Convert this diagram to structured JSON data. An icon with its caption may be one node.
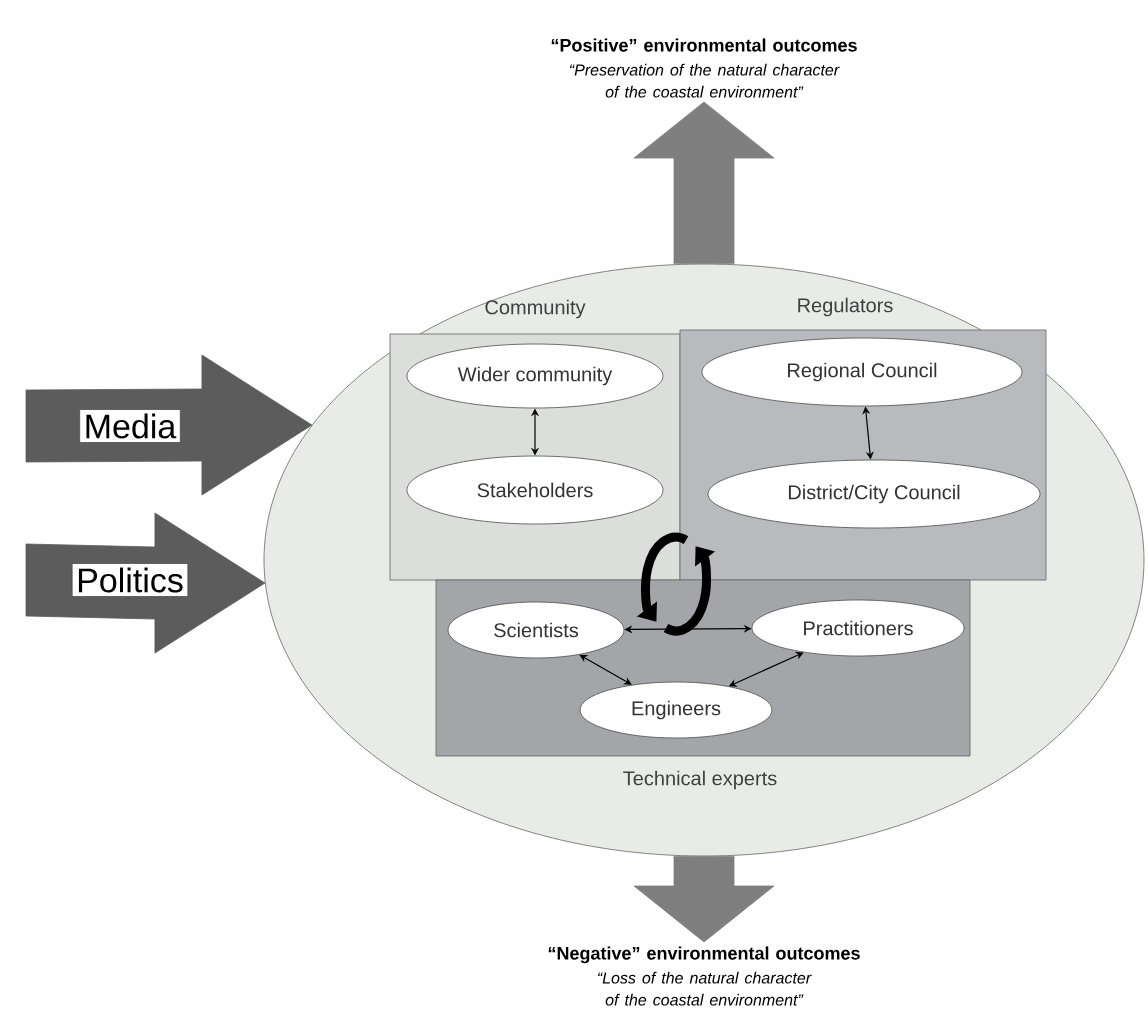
{
  "diagram": {
    "nodes": [
      {
        "text": [
          "“Positive” environmental outcomes",
          "“Preservation of the natural character of the coastal environment”"
        ]
      },
      {
        "text": [],
        "shape": "ellipse"
      },
      {
        "text": [
          "Community"
        ],
        "in": 1
      },
      {
        "text": [
          "Wider community"
        ],
        "in": 2
      },
      {
        "text": [
          "Stakeholders"
        ],
        "in": 2
      },
      {
        "text": [
          "Regulators"
        ],
        "in": 1
      },
      {
        "text": [
          "Regional Council"
        ],
        "in": 5
      },
      {
        "text": [
          "District/City Council"
        ],
        "in": 5
      },
      {
        "text": [
          "Technical experts"
        ],
        "in": 1
      },
      {
        "text": [
          "Scientists"
        ],
        "in": 8
      },
      {
        "text": [
          "Practitioners"
        ],
        "in": 8
      },
      {
        "text": [
          "Engineers"
        ],
        "in": 8
      },
      {
        "text": [
          "“Negative” environmental outcomes",
          "“Loss of the natural character of the coastal environment”"
        ]
      }
    ],
    "edges": [
      {
        "from": null,
        "to": 1,
        "arrow": "to",
        "label": "Media",
        "style": "thick",
        "color": "#5c5c5c"
      },
      {
        "from": null,
        "to": 1,
        "arrow": "to",
        "label": "Politics",
        "style": "thick",
        "color": "#5c5c5c"
      },
      {
        "from": 1,
        "to": 0,
        "arrow": "to",
        "style": "thick",
        "color": "#7f7f7f"
      },
      {
        "from": 1,
        "to": 12,
        "arrow": "to",
        "style": "thick",
        "color": "#7f7f7f"
      },
      {
        "from": 3,
        "to": 4,
        "arrow": "both"
      },
      {
        "from": 6,
        "to": 7,
        "arrow": "both"
      },
      {
        "from": 9,
        "to": 10,
        "arrow": "both"
      },
      {
        "from": 9,
        "to": 11,
        "arrow": "both"
      },
      {
        "from": 10,
        "to": 11,
        "arrow": "both"
      }
    ]
  }
}
